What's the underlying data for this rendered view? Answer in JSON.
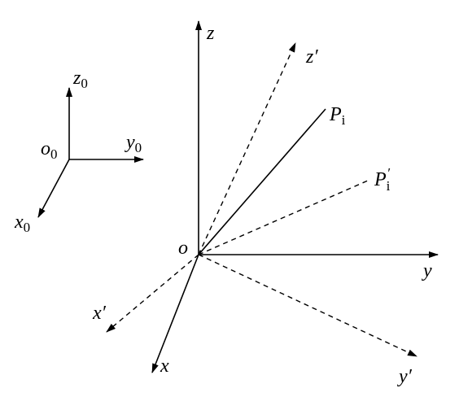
{
  "reference_frame": {
    "origin": {
      "base": "o",
      "sub": "0"
    },
    "z_axis": {
      "base": "z",
      "sub": "0"
    },
    "y_axis": {
      "base": "y",
      "sub": "0"
    },
    "x_axis": {
      "base": "x",
      "sub": "0"
    }
  },
  "main_frame": {
    "origin": "o",
    "z_axis": "z",
    "y_axis": "y",
    "x_axis": "x"
  },
  "rotated_frame": {
    "z_axis": "z′",
    "y_axis": "y′",
    "x_axis": "x′"
  },
  "points": {
    "p_i": {
      "base": "P",
      "sub": "i"
    },
    "p_i_prime": {
      "base": "P",
      "sub": "i",
      "sup": "′"
    }
  }
}
